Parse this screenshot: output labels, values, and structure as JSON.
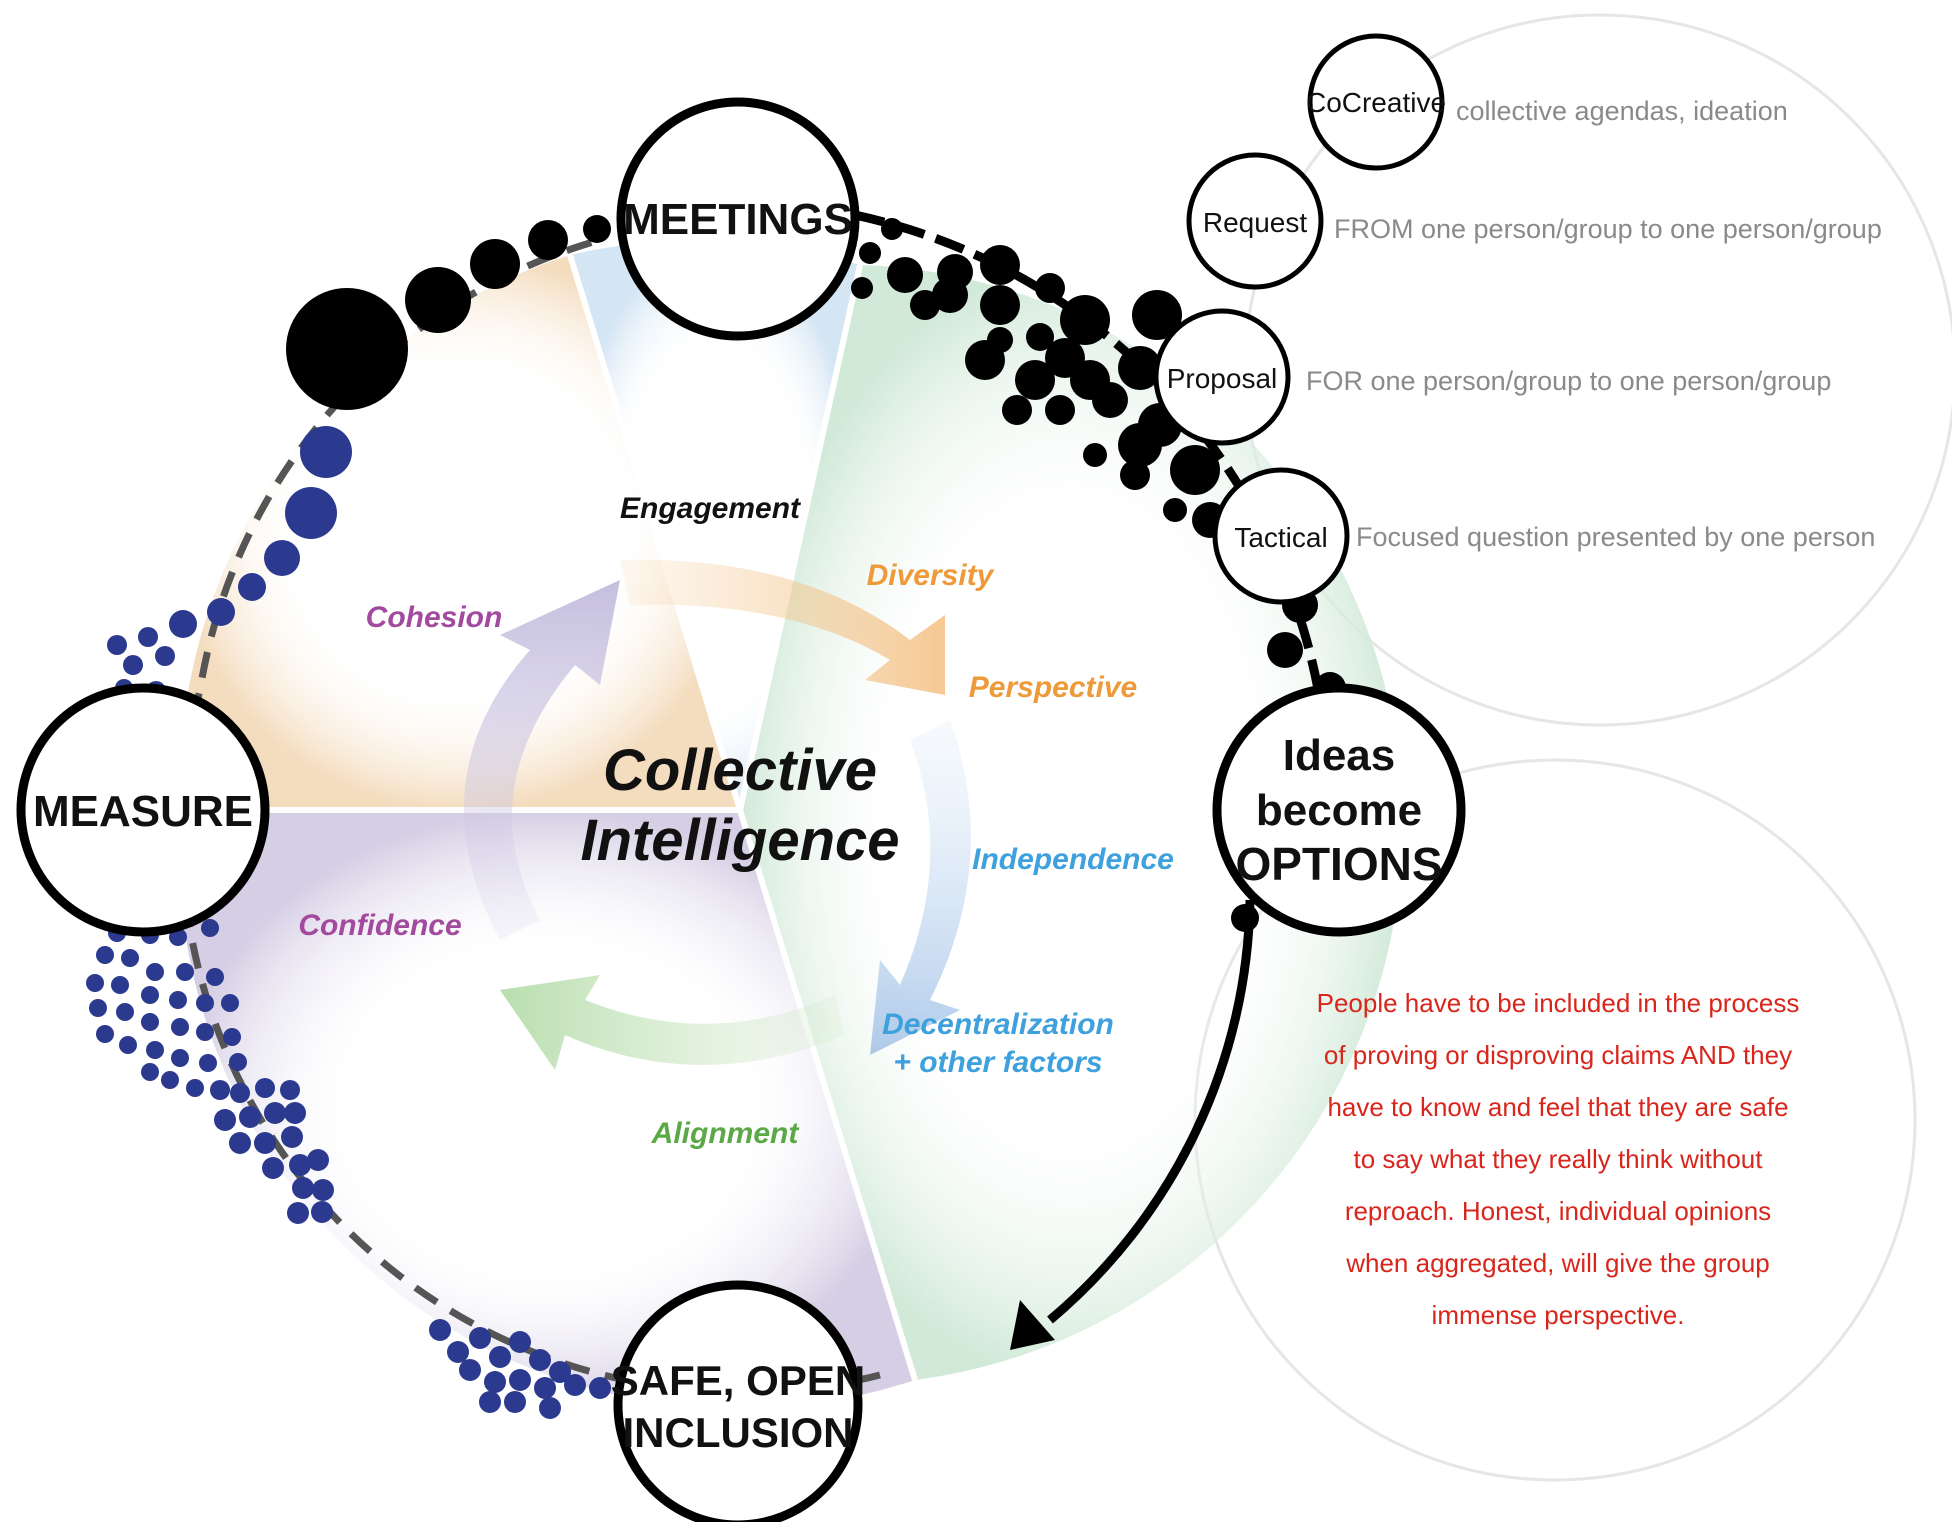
{
  "center": {
    "line1": "Collective",
    "line2": "Intelligence"
  },
  "nodes": {
    "meetings": "MEETINGS",
    "measure": "MEASURE",
    "ideas": [
      "Ideas",
      "become",
      "OPTIONS"
    ],
    "safe": [
      "SAFE, OPEN",
      "INCLUSION"
    ]
  },
  "factors": {
    "engagement": "Engagement",
    "diversity": "Diversity",
    "perspective": "Perspective",
    "independence": "Independence",
    "decentralization": [
      "Decentralization",
      "+ other factors"
    ],
    "alignment": "Alignment",
    "confidence": "Confidence",
    "cohesion": "Cohesion"
  },
  "meeting_types": [
    {
      "title": "CoCreative",
      "desc": "collective agendas, ideation"
    },
    {
      "title": "Request",
      "desc": "FROM one person/group to one person/group"
    },
    {
      "title": "Proposal",
      "desc": "FOR one person/group to one person/group"
    },
    {
      "title": "Tactical",
      "desc": "Focused question presented by one person"
    }
  ],
  "note_lines": [
    "People have to be included in the process",
    "of proving or disproving claims AND they",
    "have to know and feel that they are safe",
    "to say what they really think without",
    "reproach. Honest, individual opinions",
    "when aggregated, will give the group",
    "immense perspective."
  ],
  "colors": {
    "black": "#000000",
    "navy_dots": "#2b3a8f",
    "engagement_text": "#111111",
    "diversity_orange": "#ee9a3a",
    "independence_blue": "#3ea0dd",
    "alignment_green": "#5aa846",
    "cohesion_purple": "#a24a9e",
    "note_red": "#d9261c",
    "dashed_arc": "#555555"
  }
}
